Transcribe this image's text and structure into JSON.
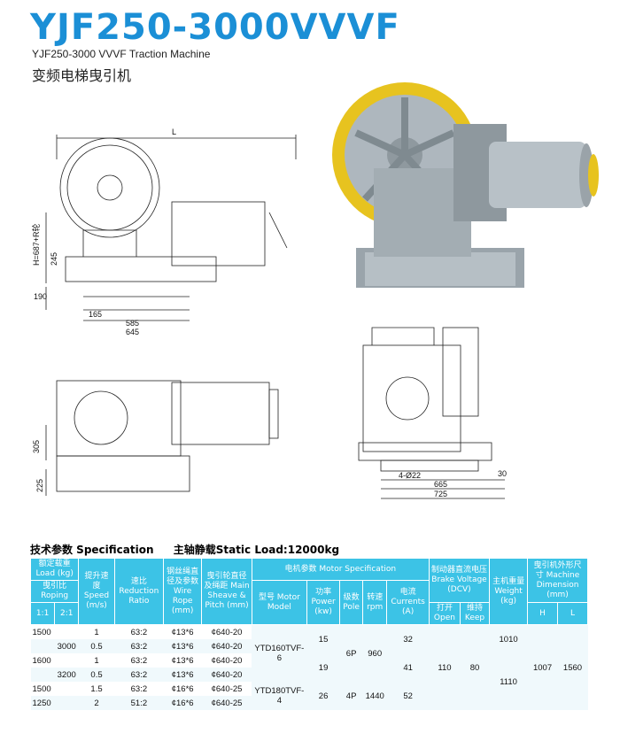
{
  "header": {
    "title": "YJF250-3000VVVF",
    "subtitle_en": "YJF250-3000 VVVF Traction Machine",
    "subtitle_cn": "变频电梯曳引机"
  },
  "drawing_labels": {
    "length": "L",
    "height": "H=687+R轮",
    "dim_245": "245",
    "dim_190": "190",
    "dim_165": "165",
    "dim_585": "585",
    "dim_645": "645",
    "dim_305": "305",
    "dim_225": "225",
    "dim_4d22": "4-Ø22",
    "dim_30": "30",
    "dim_665": "665",
    "dim_725": "725"
  },
  "spec": {
    "heading_cn": "技术参数 Specification",
    "heading_load": "主轴静载Static Load:12000kg",
    "headers": {
      "load": "额定载重 Load (kg)",
      "roping": "曳引比 Roping",
      "r11": "1:1",
      "r21": "2:1",
      "speed": "提升速度 Speed (m/s)",
      "ratio": "速比 Reduction Ratio",
      "rope": "钢丝绳直径及参数 Wire Rope (mm)",
      "sheave": "曳引轮直径及绳距 Main Sheave & Pitch (mm)",
      "motor": "电机参数 Motor Specification",
      "model": "型号 Motor Model",
      "power": "功率 Power (kw)",
      "pole": "级数 Pole",
      "rpm": "转速 rpm",
      "current": "电流 Currents (A)",
      "brake": "制动器直流电压 Brake Voltage (DCV)",
      "open": "打开 Open",
      "keep": "维持 Keep",
      "weight": "主机重量 Weight (kg)",
      "dimension": "曳引机外形尺寸 Machine Dimension (mm)",
      "H": "H",
      "L": "L"
    },
    "rows": [
      {
        "r11": "1500",
        "r21": "",
        "speed": "1",
        "ratio": "63:2",
        "rope": "¢13*6",
        "sheave": "¢640-20"
      },
      {
        "r11": "",
        "r21": "3000",
        "speed": "0.5",
        "ratio": "63:2",
        "rope": "¢13*6",
        "sheave": "¢640-20"
      },
      {
        "r11": "1600",
        "r21": "",
        "speed": "1",
        "ratio": "63:2",
        "rope": "¢13*6",
        "sheave": "¢640-20"
      },
      {
        "r11": "",
        "r21": "3200",
        "speed": "0.5",
        "ratio": "63:2",
        "rope": "¢13*6",
        "sheave": "¢640-20"
      },
      {
        "r11": "1500",
        "r21": "",
        "speed": "1.5",
        "ratio": "63:2",
        "rope": "¢16*6",
        "sheave": "¢640-25"
      },
      {
        "r11": "1250",
        "r21": "",
        "speed": "2",
        "ratio": "51:2",
        "rope": "¢16*6",
        "sheave": "¢640-25"
      }
    ],
    "motor1": {
      "model": "YTD160TVF-6",
      "power_a": "15",
      "power_b": "19",
      "pole": "6P",
      "rpm": "960",
      "cur_a": "32",
      "cur_b": "41"
    },
    "motor2": {
      "model": "YTD180TVF-4",
      "power": "26",
      "pole": "4P",
      "rpm": "1440",
      "cur": "52"
    },
    "brake": {
      "open": "110",
      "keep": "80"
    },
    "weight": {
      "a": "1010",
      "b": "1110"
    },
    "dim": {
      "H": "1007",
      "L": "1560"
    }
  }
}
